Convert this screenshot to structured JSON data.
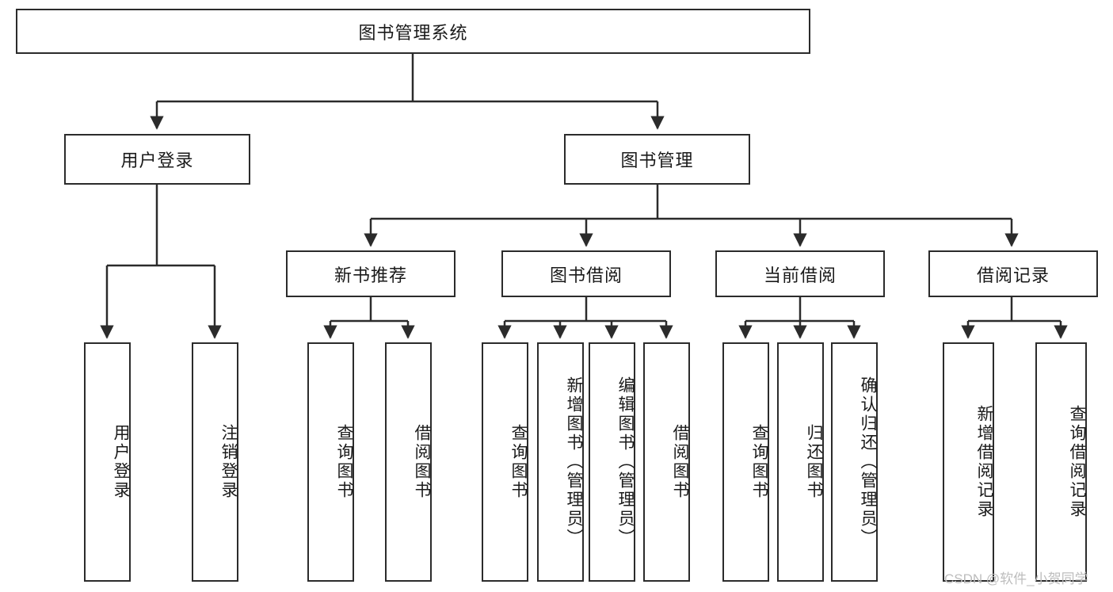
{
  "diagram": {
    "title": "图书管理系统",
    "type": "tree-hierarchy",
    "root": {
      "label": "图书管理系统",
      "name": "node-root-library-management-system"
    },
    "level2": [
      {
        "label": "用户登录",
        "name": "node-user-login"
      },
      {
        "label": "图书管理",
        "name": "node-book-management"
      }
    ],
    "level3": [
      {
        "label": "新书推荐",
        "name": "node-new-book-recommendation"
      },
      {
        "label": "图书借阅",
        "name": "node-book-borrow"
      },
      {
        "label": "当前借阅",
        "name": "node-current-borrow"
      },
      {
        "label": "借阅记录",
        "name": "node-borrow-record"
      }
    ],
    "leaves": {
      "user_login": [
        {
          "label": "用户登录",
          "name": "leaf-user-login"
        },
        {
          "label": "注销登录",
          "name": "leaf-logout"
        }
      ],
      "new_book_recommendation": [
        {
          "label": "查询图书",
          "name": "leaf-query-book-recommend"
        },
        {
          "label": "借阅图书",
          "name": "leaf-borrow-book-recommend"
        }
      ],
      "book_borrow": [
        {
          "label": "查询图书",
          "name": "leaf-query-book-borrow"
        },
        {
          "label": "新增图书（管理员）",
          "name": "leaf-add-book-admin"
        },
        {
          "label": "编辑图书（管理员）",
          "name": "leaf-edit-book-admin"
        },
        {
          "label": "借阅图书",
          "name": "leaf-borrow-book"
        }
      ],
      "current_borrow": [
        {
          "label": "查询图书",
          "name": "leaf-query-book-current"
        },
        {
          "label": "归还图书",
          "name": "leaf-return-book"
        },
        {
          "label": "确认归还（管理员）",
          "name": "leaf-confirm-return-admin"
        }
      ],
      "borrow_record": [
        {
          "label": "新增借阅记录",
          "name": "leaf-add-borrow-record"
        },
        {
          "label": "查询借阅记录",
          "name": "leaf-query-borrow-record"
        }
      ]
    }
  },
  "watermark": {
    "text": "CSDN @软件_小贺同学"
  },
  "colors": {
    "stroke": "#2b2b2b",
    "fill": "#ffffff",
    "text": "#1a1a1a",
    "watermark": "#bdbdbd"
  }
}
